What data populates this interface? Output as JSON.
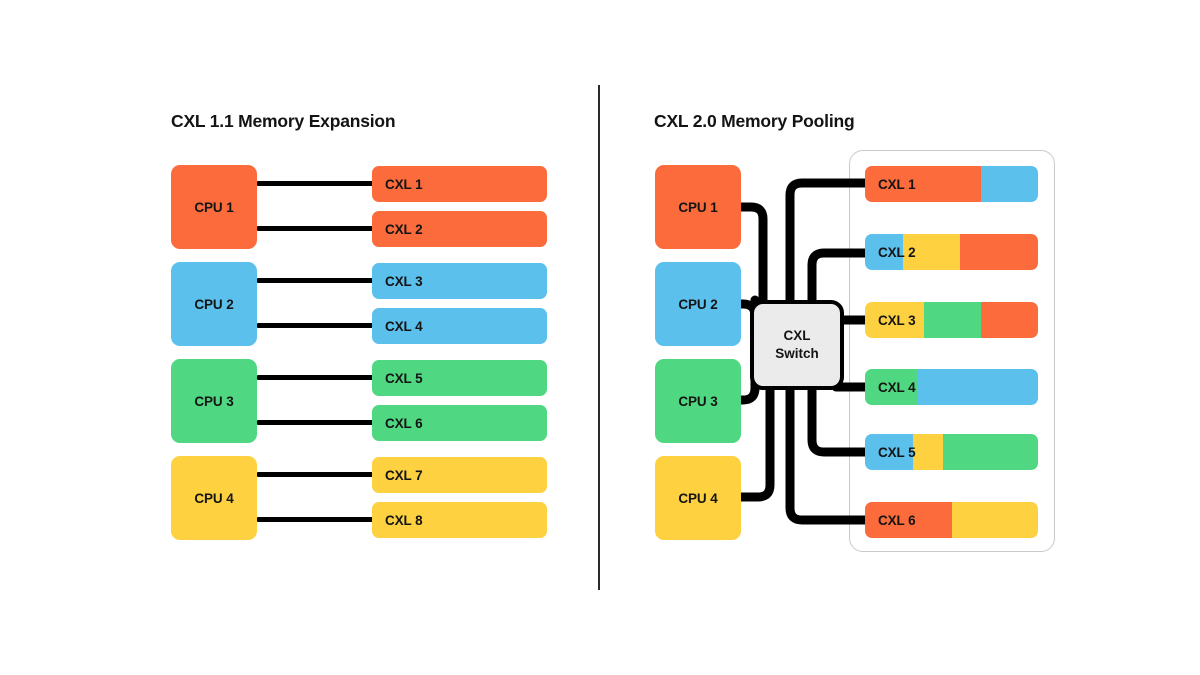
{
  "page": {
    "background": "#ffffff",
    "divider_color": "#2b2b2b"
  },
  "palette": {
    "orange": "#FB6B3C",
    "blue": "#5BC0EC",
    "green": "#4FD881",
    "yellow": "#FDD140",
    "black": "#000000",
    "switch_fill": "#EBEBEB",
    "container_border": "#C9C9C9",
    "text": "#141414"
  },
  "left_panel": {
    "title": "CXL 1.1 Memory Expansion",
    "cpus": [
      {
        "label": "CPU 1",
        "color": "#FB6B3C"
      },
      {
        "label": "CPU 2",
        "color": "#5BC0EC"
      },
      {
        "label": "CPU 3",
        "color": "#4FD881"
      },
      {
        "label": "CPU 4",
        "color": "#FDD140"
      }
    ],
    "memories": [
      {
        "label": "CXL 1",
        "color": "#FB6B3C",
        "cpu": "CPU 1"
      },
      {
        "label": "CXL 2",
        "color": "#FB6B3C",
        "cpu": "CPU 1"
      },
      {
        "label": "CXL 3",
        "color": "#5BC0EC",
        "cpu": "CPU 2"
      },
      {
        "label": "CXL 4",
        "color": "#5BC0EC",
        "cpu": "CPU 2"
      },
      {
        "label": "CXL 5",
        "color": "#4FD881",
        "cpu": "CPU 3"
      },
      {
        "label": "CXL 6",
        "color": "#4FD881",
        "cpu": "CPU 3"
      },
      {
        "label": "CXL 7",
        "color": "#FDD140",
        "cpu": "CPU 4"
      },
      {
        "label": "CXL 8",
        "color": "#FDD140",
        "cpu": "CPU 4"
      }
    ],
    "link_count": 8
  },
  "right_panel": {
    "title": "CXL 2.0 Memory Pooling",
    "switch": {
      "line1": "CXL",
      "line2": "Switch"
    },
    "cpus": [
      {
        "label": "CPU 1",
        "color": "#FB6B3C"
      },
      {
        "label": "CPU 2",
        "color": "#5BC0EC"
      },
      {
        "label": "CPU 3",
        "color": "#4FD881"
      },
      {
        "label": "CPU 4",
        "color": "#FDD140"
      }
    ],
    "memories": [
      {
        "label": "CXL 1",
        "segments": [
          {
            "color": "#5BC0EC",
            "pct": 33
          },
          {
            "color": "#FB6B3C",
            "pct": 67
          }
        ]
      },
      {
        "label": "CXL 2",
        "segments": [
          {
            "color": "#FB6B3C",
            "pct": 45
          },
          {
            "color": "#FDD140",
            "pct": 33
          },
          {
            "color": "#5BC0EC",
            "pct": 22
          }
        ]
      },
      {
        "label": "CXL 3",
        "segments": [
          {
            "color": "#FB6B3C",
            "pct": 33
          },
          {
            "color": "#4FD881",
            "pct": 33
          },
          {
            "color": "#FDD140",
            "pct": 34
          }
        ]
      },
      {
        "label": "CXL 4",
        "segments": [
          {
            "color": "#5BC0EC",
            "pct": 70
          },
          {
            "color": "#4FD881",
            "pct": 30
          }
        ]
      },
      {
        "label": "CXL 5",
        "segments": [
          {
            "color": "#4FD881",
            "pct": 55
          },
          {
            "color": "#FDD140",
            "pct": 17
          },
          {
            "color": "#5BC0EC",
            "pct": 28
          }
        ]
      },
      {
        "label": "CXL 6",
        "segments": [
          {
            "color": "#FDD140",
            "pct": 50
          },
          {
            "color": "#FB6B3C",
            "pct": 50
          }
        ]
      }
    ]
  }
}
